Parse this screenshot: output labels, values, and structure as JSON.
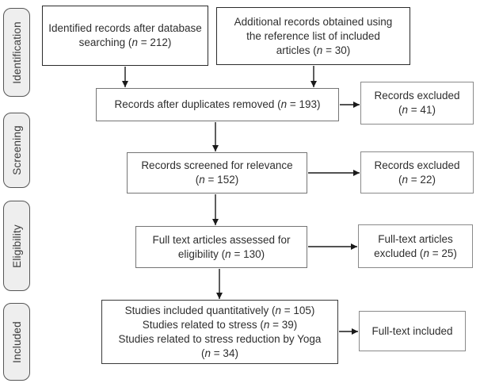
{
  "stages": [
    {
      "label": "Identification"
    },
    {
      "label": "Screening"
    },
    {
      "label": "Eligibility"
    },
    {
      "label": "Included"
    }
  ],
  "boxes": {
    "database_search": {
      "n": 212,
      "lines": [
        "Identified records after database",
        "searching (n = 212)"
      ]
    },
    "reference_list": {
      "n": 30,
      "lines": [
        "Additional records obtained using",
        "the reference list of included",
        "articles (n = 30)"
      ]
    },
    "duplicates_removed": {
      "n": 193,
      "lines": [
        "Records after duplicates removed (n = 193)"
      ]
    },
    "records_excluded_1": {
      "n": 41,
      "lines": [
        "Records excluded",
        "(n = 41)"
      ]
    },
    "records_screened": {
      "n": 152,
      "lines": [
        "Records screened for relevance",
        "(n = 152)"
      ]
    },
    "records_excluded_2": {
      "n": 22,
      "lines": [
        "Records excluded",
        "(n = 22)"
      ]
    },
    "fulltext_assessed": {
      "n": 130,
      "lines": [
        "Full text articles assessed for",
        "eligibility (n = 130)"
      ]
    },
    "fulltext_excluded": {
      "n": 25,
      "lines": [
        "Full-text articles",
        "excluded (n = 25)"
      ]
    },
    "studies_included": {
      "n_quantitative": 105,
      "n_stress": 39,
      "n_stress_yoga": 34,
      "lines": [
        "Studies included quantitatively (n = 105)",
        "Studies related to stress (n = 39)",
        "Studies related to stress reduction by Yoga",
        "(n = 34)"
      ]
    },
    "fulltext_included": {
      "lines": [
        "Full-text included"
      ]
    }
  },
  "colors": {
    "background": "#ffffff",
    "box_fill": "#ffffff",
    "box_border_dark": "#2b2b2b",
    "box_border_mid": "#757575",
    "box_border_light": "#8a8a8a",
    "stage_fill": "#eeeeee",
    "stage_border": "#565656",
    "arrow": "#1a1a1a",
    "text": "#2e2e2e"
  }
}
